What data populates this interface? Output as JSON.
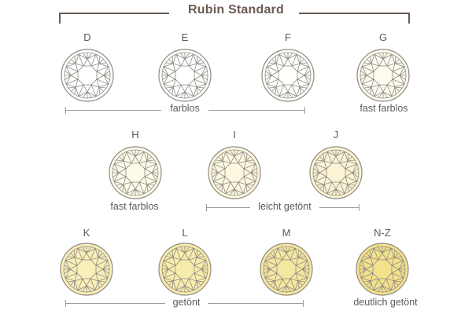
{
  "title": "Rubin Standard",
  "colors": {
    "accent": "#6b5a52",
    "outline": "#8f8a84",
    "text": "#5b5b5b"
  },
  "grades": [
    {
      "letter": "D",
      "fill": "#ffffff"
    },
    {
      "letter": "E",
      "fill": "#ffffff"
    },
    {
      "letter": "F",
      "fill": "#fffffb"
    },
    {
      "letter": "G",
      "fill": "#fefcf0"
    },
    {
      "letter": "H",
      "fill": "#fefbea"
    },
    {
      "letter": "I",
      "fill": "#fdf8e0"
    },
    {
      "letter": "J",
      "fill": "#fbf4d4"
    },
    {
      "letter": "K",
      "fill": "#f9efb8"
    },
    {
      "letter": "L",
      "fill": "#f8ecac"
    },
    {
      "letter": "M",
      "fill": "#f6e7a0"
    },
    {
      "letter": "N-Z",
      "fill": "#f3e18c"
    }
  ],
  "groups": {
    "farblos": "farblos",
    "fast_farblos_1": "fast farblos",
    "fast_farblos_2": "fast farblos",
    "leicht_getoent": "leicht getönt",
    "getoent": "getönt",
    "deutlich_getoent": "deutlich getönt"
  }
}
